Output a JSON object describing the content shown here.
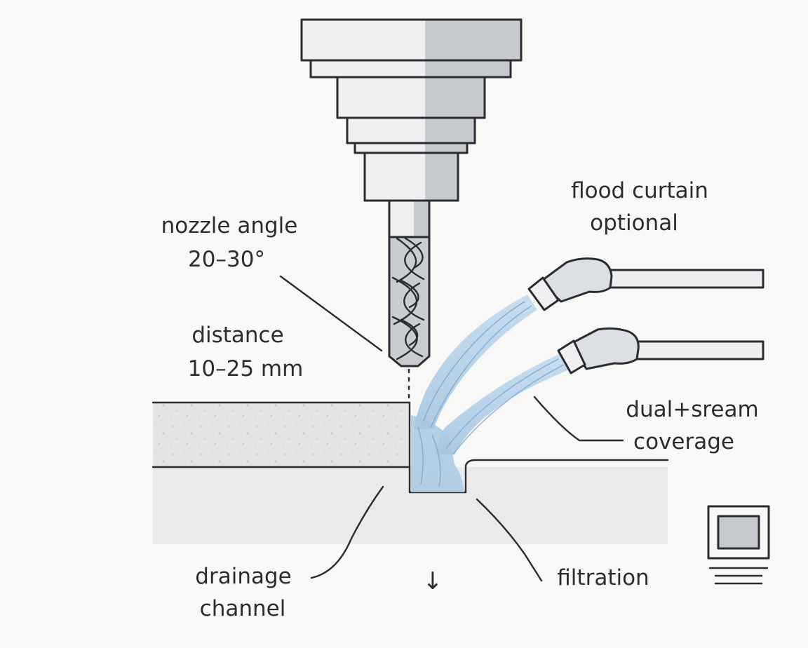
{
  "labels": {
    "nozzle_angle": "nozzle angle",
    "nozzle_angle_value": "20–30°",
    "distance": "distance",
    "distance_value": "10–25 mm",
    "flood_curtain": "flood curtain",
    "flood_curtain_sub": "optional",
    "dual_stream": "dual+sream",
    "dual_stream_sub": "coverage",
    "drainage": "drainage",
    "drainage_sub": "channel",
    "filtration": "filtration",
    "flow_arrow": "↓"
  },
  "colors": {
    "background": "#f8f8f7",
    "outline": "#2a2c30",
    "spindle_light": "#eef0f2",
    "spindle_shade": "#c6c9ce",
    "workpiece": "#e4e5e6",
    "base": "#e9eaeb",
    "coolant": "#a9c8e2",
    "nozzle": "#dcdfe3"
  },
  "icons": [
    "milling-cutter-icon",
    "coolant-nozzle-icon",
    "filter-unit-icon"
  ]
}
